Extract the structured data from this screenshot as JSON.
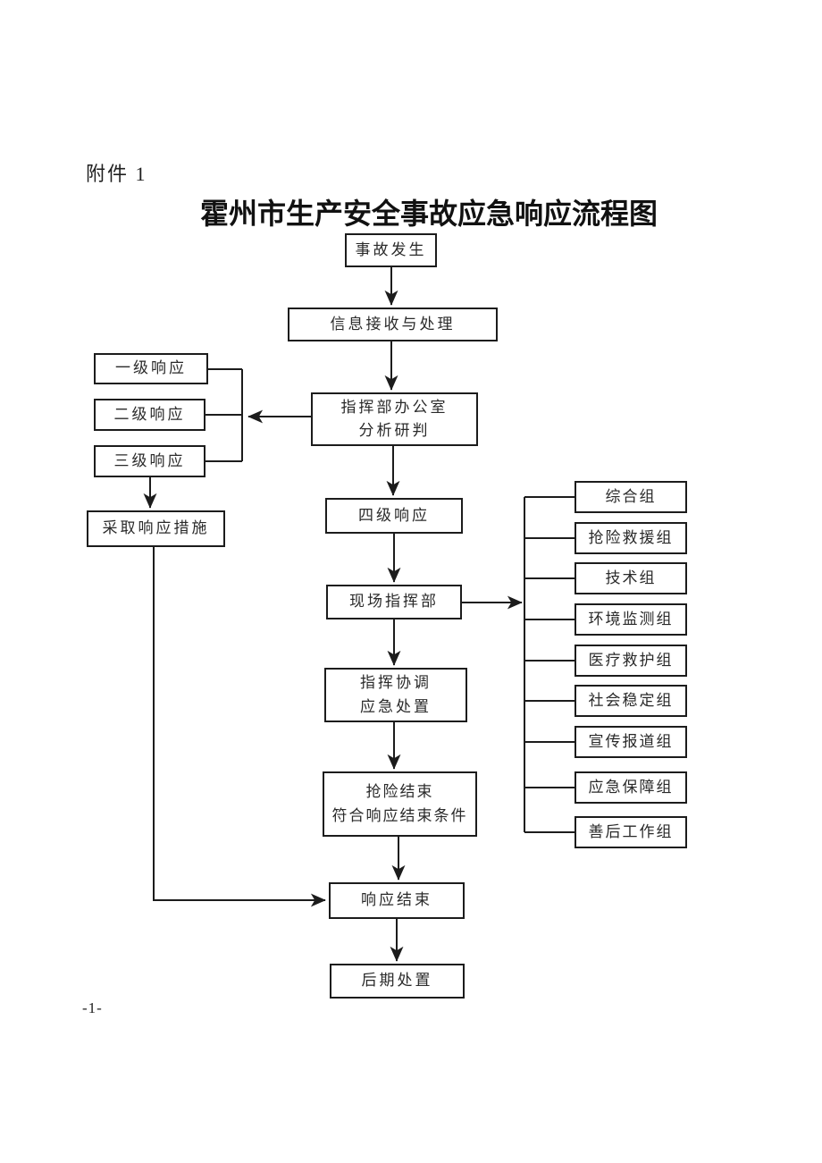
{
  "page": {
    "attachment_label": "附件 1",
    "title": "霍州市生产安全事故应急响应流程图",
    "page_number": "-1-"
  },
  "colors": {
    "ink": "#1c1c1c",
    "background": "#ffffff"
  },
  "flowchart": {
    "nodes": {
      "accident": "事故发生",
      "info_processing": "信息接收与处理",
      "office_analysis": "指挥部办公室\n分析研判",
      "level1_response": "一级响应",
      "level2_response": "二级响应",
      "level3_response": "三级响应",
      "take_response_measures": "采取响应措施",
      "level4_response": "四级响应",
      "onsite_command": "现场指挥部",
      "command_coordination": "指挥协调\n应急处置",
      "rescue_end_condition": "抢险结束\n符合响应结束条件",
      "response_end": "响应结束",
      "post_disposal": "后期处置",
      "groups": [
        "综合组",
        "抢险救援组",
        "技术组",
        "环境监测组",
        "医疗救护组",
        "社会稳定组",
        "宣传报道组",
        "应急保障组",
        "善后工作组"
      ]
    }
  }
}
